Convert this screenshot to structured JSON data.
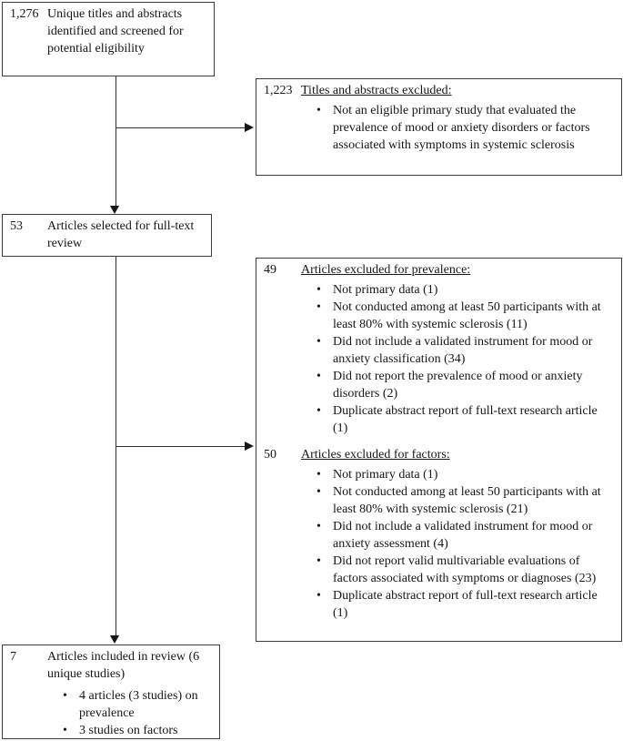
{
  "ui": {
    "bullet_char": "•",
    "background": "#ffffff",
    "border_color": "#3c3c3c",
    "text_color": "#161616",
    "arrow_color": "#161616"
  },
  "boxes": {
    "screened": {
      "count": "1,276",
      "text": "Unique titles and abstracts identified and screened for potential eligibility"
    },
    "title_abstract_excluded": {
      "count": "1,223",
      "heading": "Titles and abstracts excluded:",
      "bullets": [
        "Not an eligible primary study that evaluated the prevalence of mood or anxiety disorders or factors associated with symptoms in systemic sclerosis"
      ]
    },
    "full_text_review": {
      "count": "53",
      "text": "Articles selected for full-text review"
    },
    "full_text_excluded": {
      "sections": [
        {
          "count": "49",
          "heading": "Articles excluded for prevalence:",
          "bullets": [
            "Not primary data (1)",
            "Not conducted among at least 50 participants with at least 80% with systemic sclerosis (11)",
            "Did not include a validated instrument for mood or anxiety classification (34)",
            "Did not report the prevalence of mood or anxiety disorders (2)",
            "Duplicate abstract report of full-text research article (1)"
          ]
        },
        {
          "count": "50",
          "heading": "Articles excluded for factors:",
          "bullets": [
            "Not primary data (1)",
            "Not conducted among at least 50 participants with at least 80% with systemic sclerosis (21)",
            "Did not include a validated instrument for mood or anxiety assessment (4)",
            "Did not report valid multivariable evaluations of factors associated with symptoms or diagnoses (23)",
            "Duplicate abstract report of full-text research article (1)"
          ]
        }
      ]
    },
    "included": {
      "count": "7",
      "text": "Articles included in review (6 unique studies)",
      "bullets": [
        "4 articles (3 studies) on prevalence",
        "3 studies on factors"
      ]
    }
  }
}
